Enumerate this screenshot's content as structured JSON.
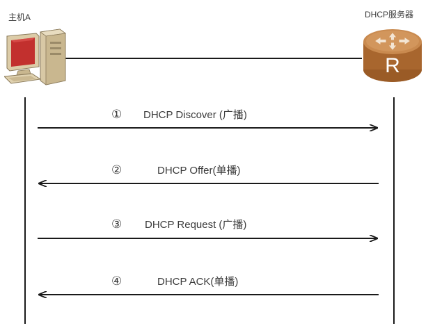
{
  "host": {
    "label": "主机A"
  },
  "server": {
    "label": "DHCP服务器",
    "router_letter": "R"
  },
  "messages": [
    {
      "step": "①",
      "text": "DHCP Discover (广播)",
      "direction": "host-to-server"
    },
    {
      "step": "②",
      "text": "DHCP Offer(单播)",
      "direction": "server-to-host"
    },
    {
      "step": "③",
      "text": "DHCP Request (广播)",
      "direction": "host-to-server"
    },
    {
      "step": "④",
      "text": "DHCP ACK(单播)",
      "direction": "server-to-host"
    }
  ],
  "colors": {
    "line": "#1a1a1a",
    "router_body": "#a9672f",
    "router_top": "#c98a4f",
    "pc_body": "#d9c9a6"
  }
}
